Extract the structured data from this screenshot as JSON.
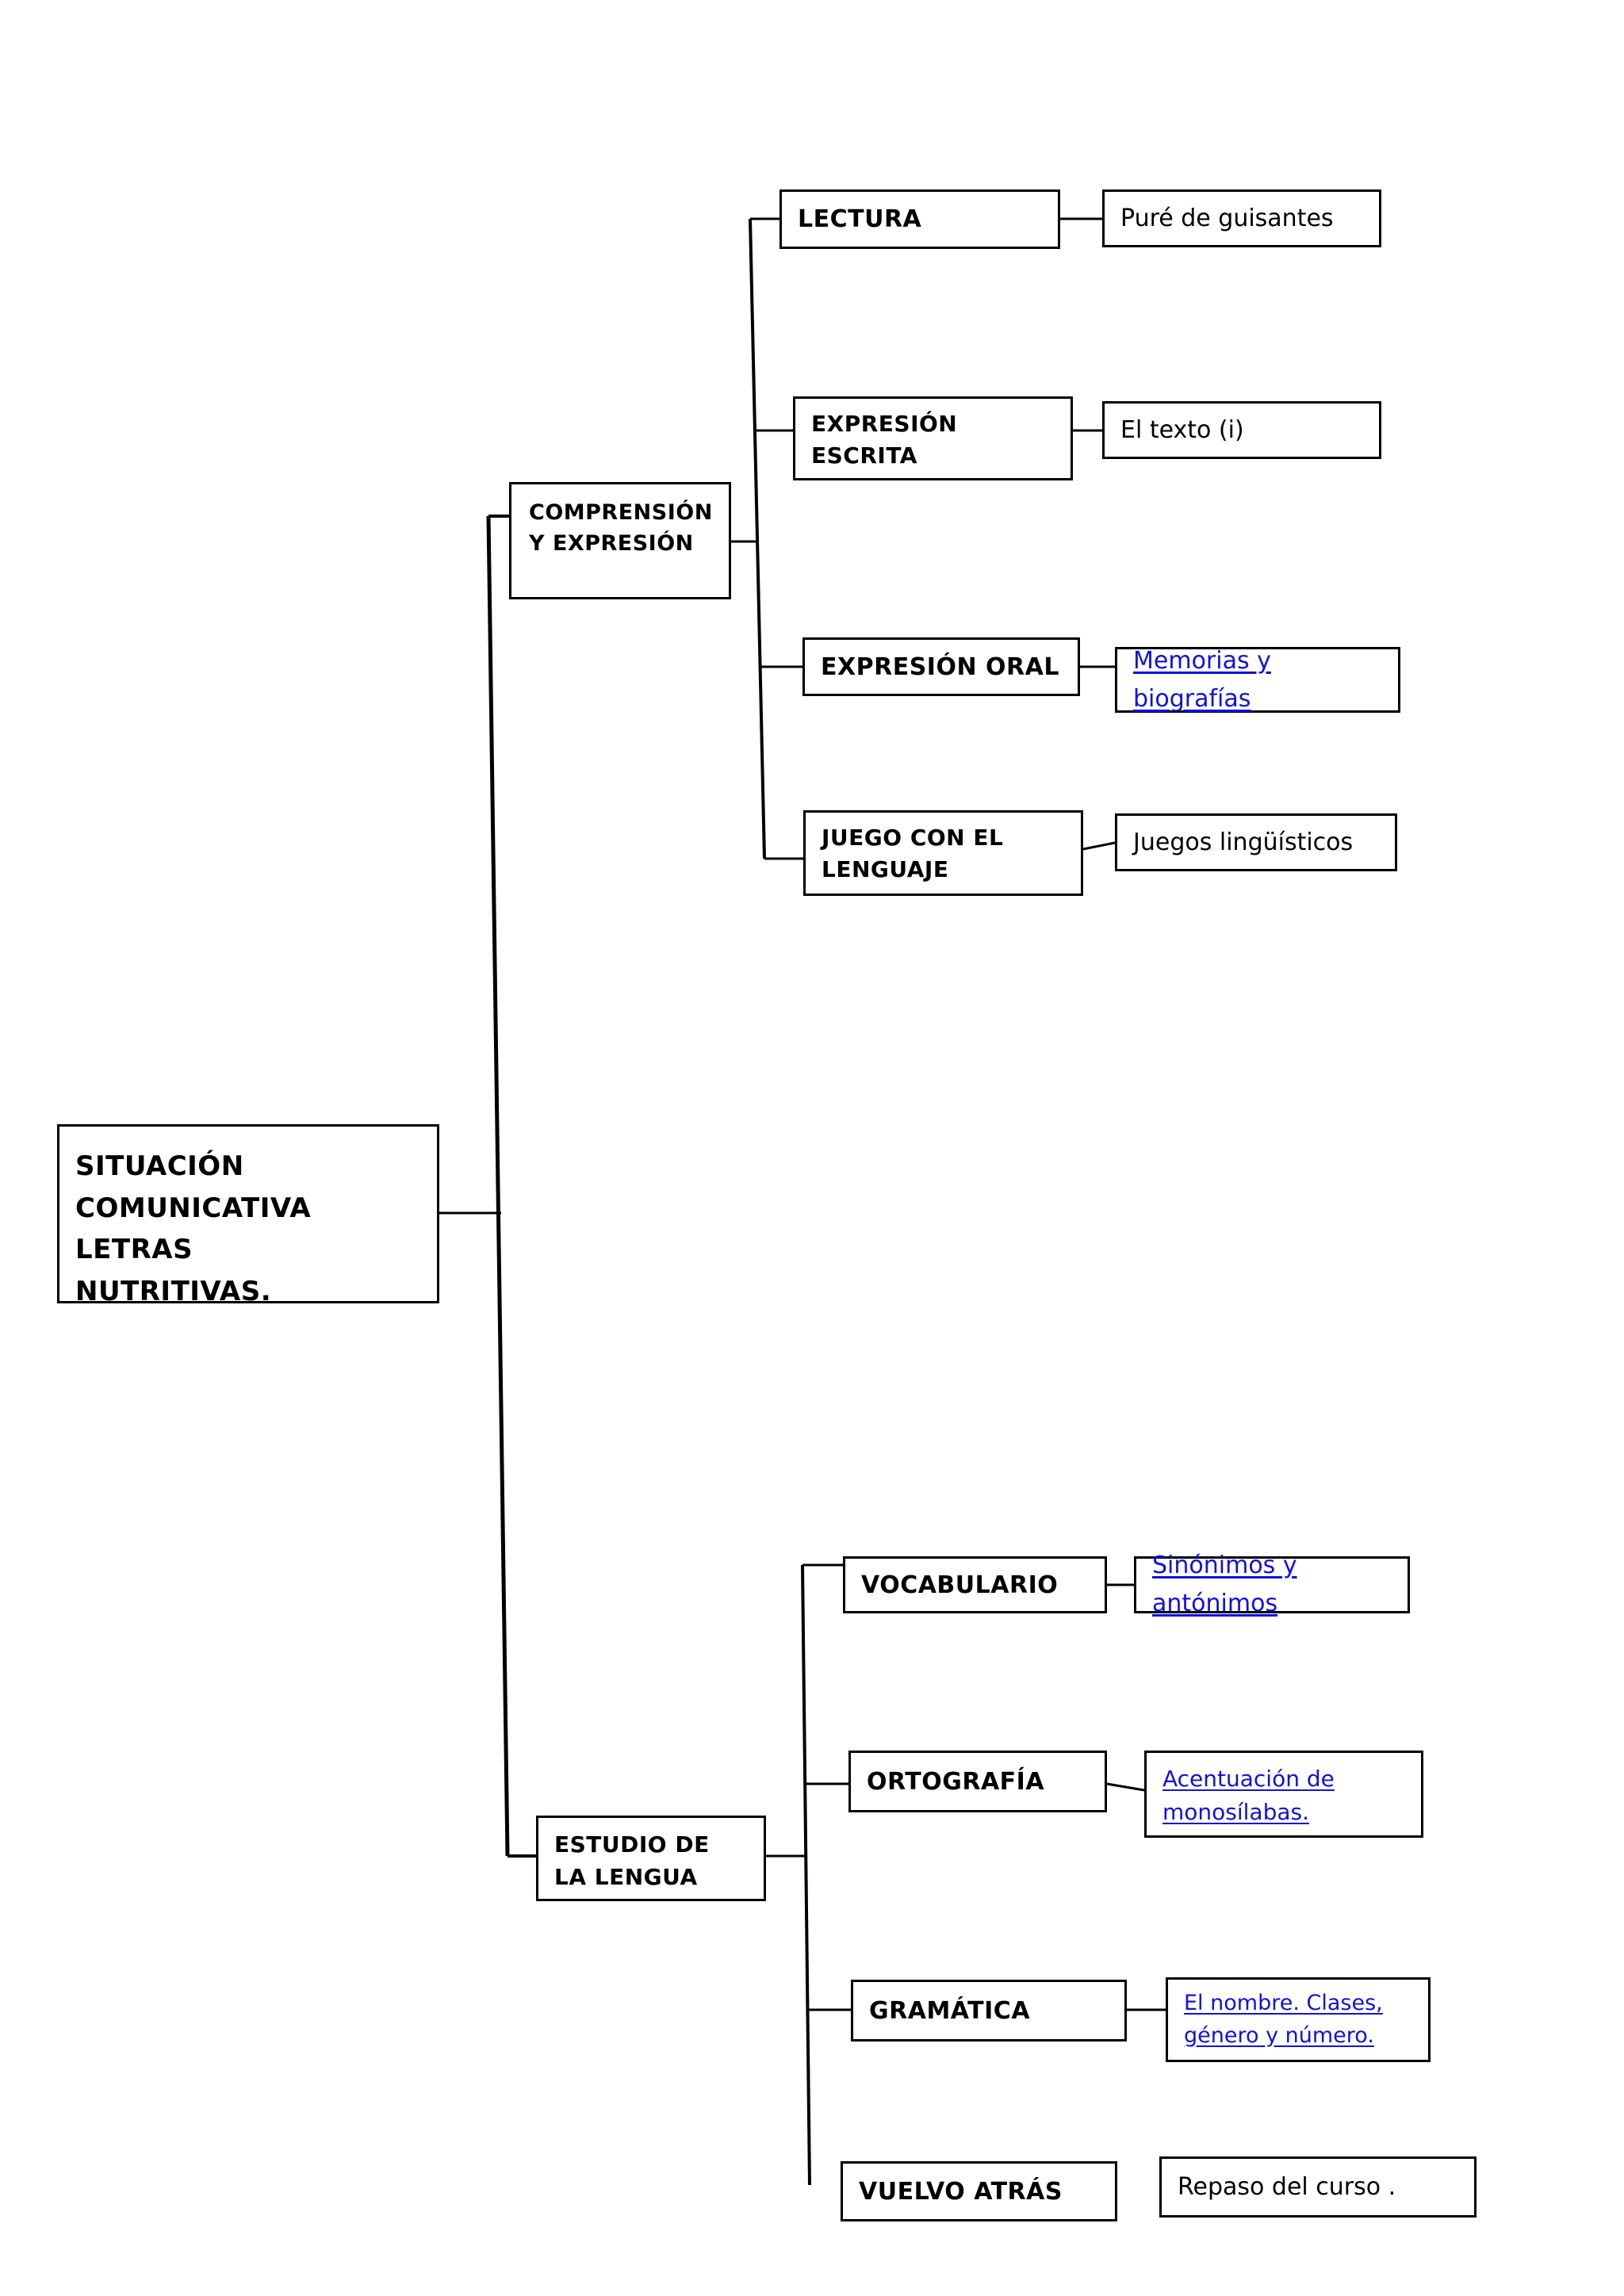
{
  "diagram": {
    "type": "tree-map",
    "title": "SITUACIÓN COMUNICATIVA LETRAS NUTRITIVAS.",
    "root": {
      "id": "root",
      "label": "SITUACIÓN\nCOMUNICATIVA\nLETRAS\nNUTRITIVAS."
    },
    "branches": [
      {
        "id": "comprension-y-expresion",
        "label": "COMPRENSIÓN\nY EXPRESIÓN",
        "children": [
          {
            "id": "lectura",
            "label": "LECTURA",
            "leaf": {
              "id": "pure-de-guisantes",
              "label": "Puré de guisantes",
              "is_link": false
            }
          },
          {
            "id": "expresion-escrita",
            "label": "EXPRESIÓN\nESCRITA",
            "leaf": {
              "id": "el-texto-i",
              "label": "El texto (i)",
              "is_link": false
            }
          },
          {
            "id": "expresion-oral",
            "label": "EXPRESIÓN ORAL",
            "leaf": {
              "id": "memorias-y-biografias",
              "label": "Memorias y biografías",
              "is_link": true
            }
          },
          {
            "id": "juego-con-el-lenguaje",
            "label": "JUEGO CON EL\nLENGUAJE",
            "leaf": {
              "id": "juegos-linguisticos",
              "label": "Juegos lingüísticos",
              "is_link": false
            }
          }
        ]
      },
      {
        "id": "estudio-de-la-lengua",
        "label": "ESTUDIO DE\nLA LENGUA",
        "children": [
          {
            "id": "vocabulario",
            "label": "VOCABULARIO",
            "leaf": {
              "id": "sinonimos-y-antonimos",
              "label": "Sinónimos y antónimos",
              "is_link": true
            }
          },
          {
            "id": "ortografia",
            "label": "ORTOGRAFÍA",
            "leaf": {
              "id": "acentuacion-de-monosilabas",
              "label": "Acentuación de\nmonosílabas.",
              "is_link": true
            }
          },
          {
            "id": "gramatica",
            "label": "GRAMÁTICA",
            "leaf": {
              "id": "el-nombre-clases-genero-y-numero",
              "label": "El nombre. Clases,\ngénero y número.",
              "is_link": true
            }
          },
          {
            "id": "vuelvo-atras",
            "label": "VUELVO ATRÁS",
            "leaf": {
              "id": "repaso-del-curso",
              "label": "Repaso del curso .",
              "is_link": false
            }
          }
        ]
      }
    ],
    "colors": {
      "line": "#000000",
      "box_border": "#000000",
      "text": "#000000",
      "link": "#1111dd",
      "background": "#ffffff"
    }
  }
}
